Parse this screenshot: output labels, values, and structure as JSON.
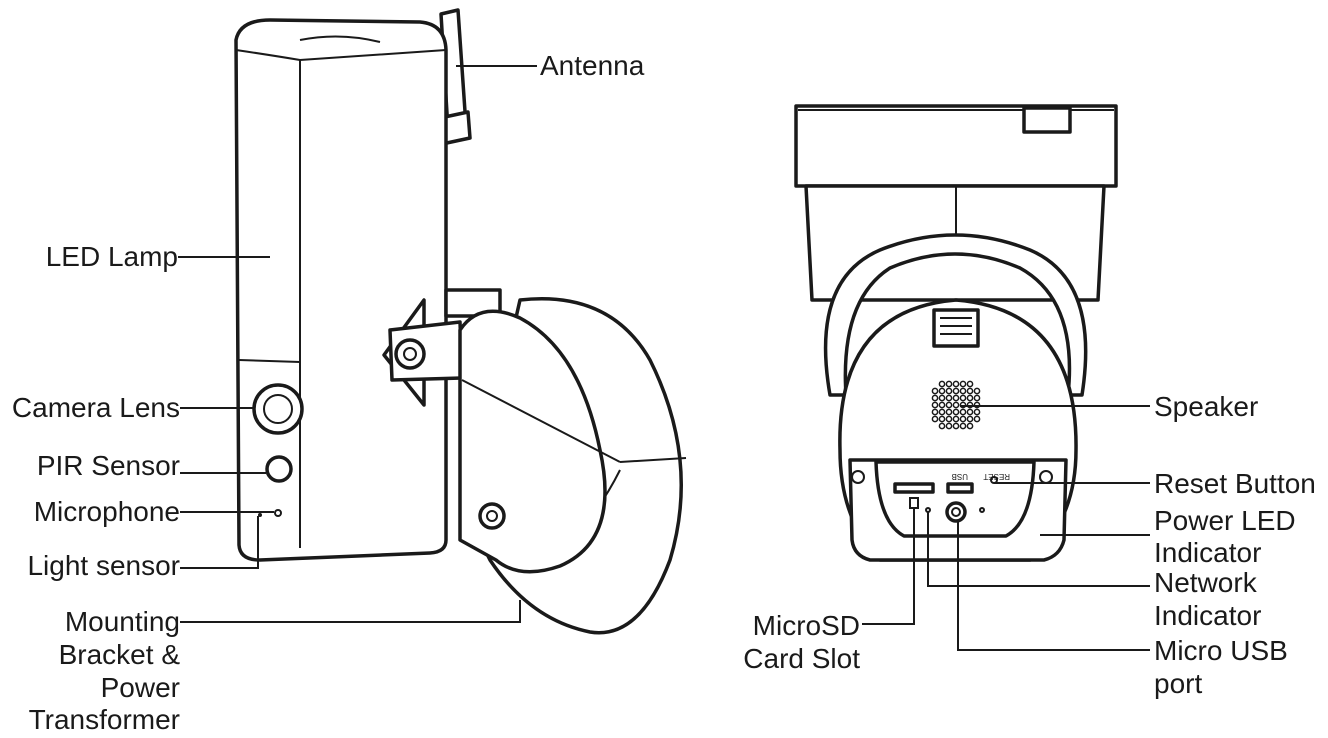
{
  "left_view": {
    "labels": {
      "antenna": "Antenna",
      "led_lamp": "LED Lamp",
      "camera_lens": "Camera Lens",
      "pir_sensor": "PIR Sensor",
      "microphone": "Microphone",
      "light_sensor": "Light sensor",
      "mounting_1": "Mounting",
      "mounting_2": "Bracket &",
      "mounting_3": "Power",
      "mounting_4": "Transformer"
    }
  },
  "right_view": {
    "labels": {
      "speaker": "Speaker",
      "reset_button": "Reset Button",
      "power_led_1": "Power LED",
      "power_led_2": "Indicator",
      "network_1": "Network",
      "network_2": "Indicator",
      "usb_1": "Micro USB",
      "usb_2": "port",
      "microsd_1": "MicroSD",
      "microsd_2": "Card Slot"
    },
    "panel_text": {
      "reset": "RESET",
      "usb": "USB"
    }
  },
  "colors": {
    "line": "#1a1a1a",
    "background": "#ffffff"
  }
}
